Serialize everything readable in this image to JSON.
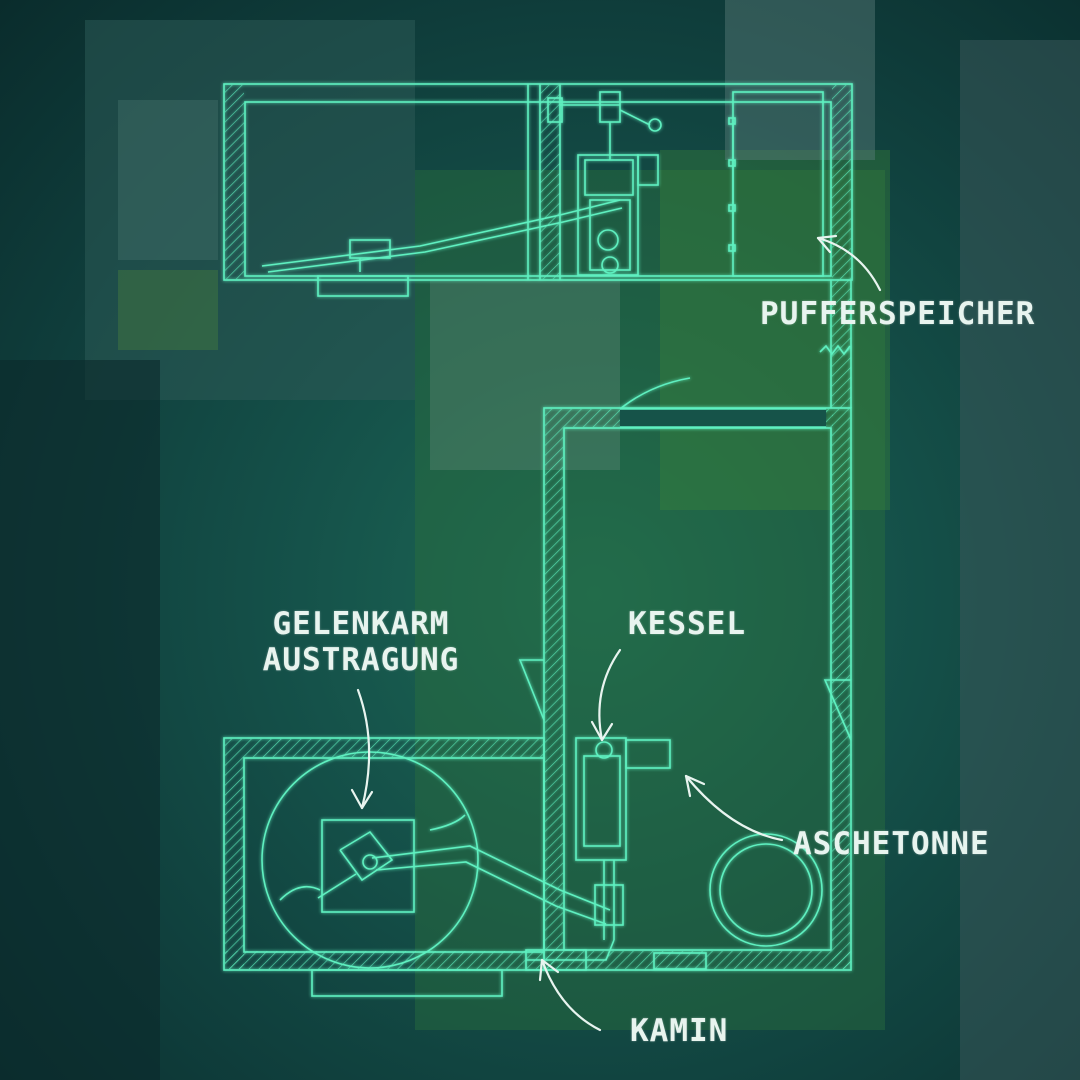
{
  "labels": {
    "pufferspeicher": "PUFFERSPEICHER",
    "gelenkarm_line1": "GELENKARM",
    "gelenkarm_line2": "AUSTRAGUNG",
    "kessel": "KESSEL",
    "aschetonne": "ASCHETONNE",
    "kamin": "KAMIN"
  },
  "colors": {
    "blueprint_line": "#5ef0c0",
    "label_text": "#e8f4ef",
    "background": "#0f3d3b"
  }
}
